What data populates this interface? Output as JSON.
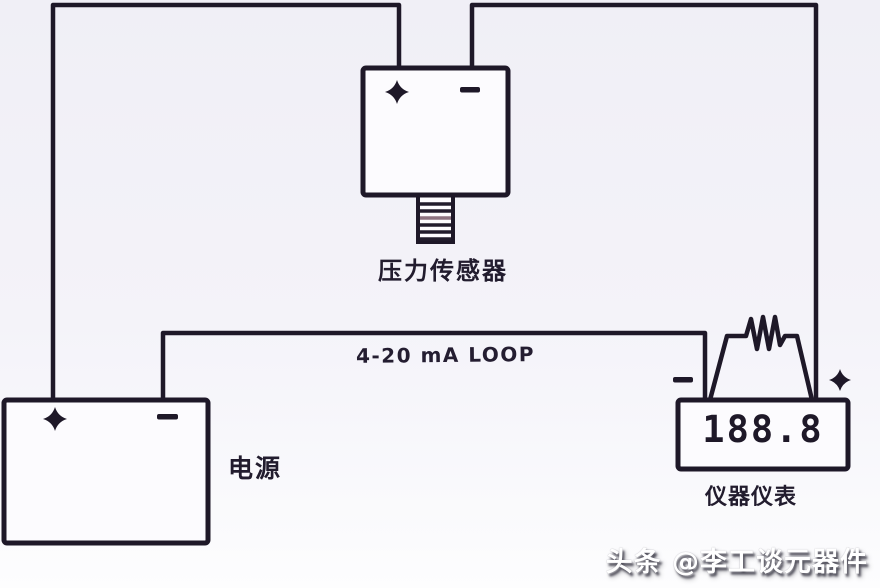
{
  "diagram": {
    "type": "current-loop-wiring-diagram",
    "loop_label": "4-20 mA LOOP",
    "sensor": {
      "label": "压力传感器",
      "plus_terminal": "+",
      "minus_terminal": "−"
    },
    "power_supply": {
      "label": "电源",
      "plus_terminal": "+",
      "minus_terminal": "−"
    },
    "meter": {
      "label": "仪器仪表",
      "display_value": "188.8",
      "plus_terminal": "+",
      "minus_terminal": "−"
    }
  },
  "watermark": {
    "text": "头条 @李工谈元器件"
  },
  "icons": {
    "plus_terminal": "four-pointed-star-icon",
    "minus_terminal": "minus-bar-icon",
    "resistor": "zigzag-resistor-icon",
    "sensor_stem": "screw-thread-icon"
  },
  "colors": {
    "ink": "#1e1828",
    "background": "#f4f3f9",
    "box_fill": "#fcfbfe",
    "watermark_text": "#ffffff",
    "watermark_shadow": "#484652"
  }
}
